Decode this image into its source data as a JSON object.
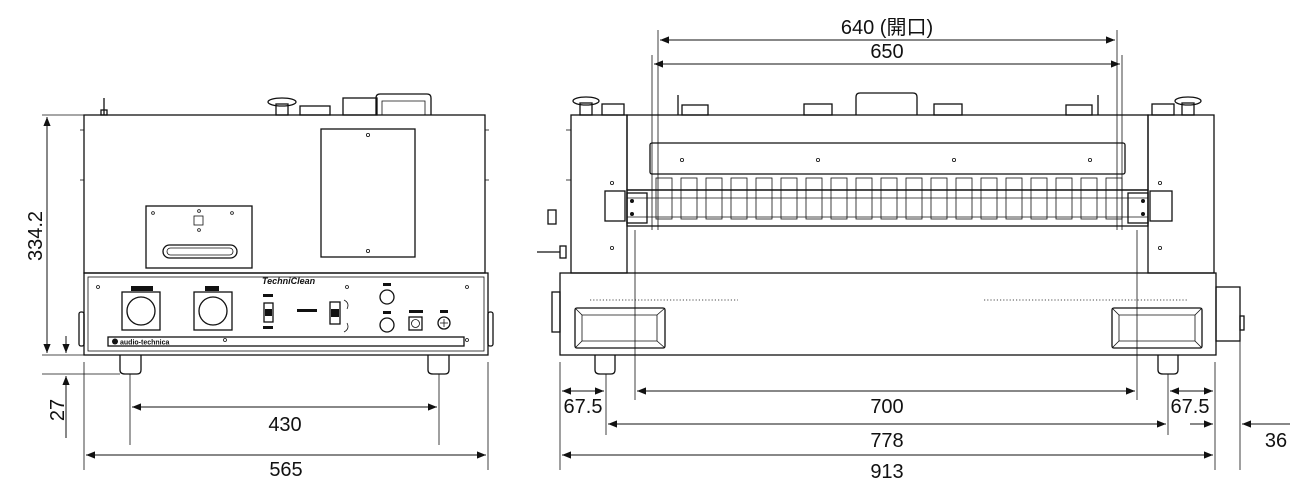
{
  "front_view": {
    "brand_label": "TechniClean",
    "maker_label": "audio-technica",
    "dims": {
      "height": "334.2",
      "foot_height": "27",
      "foot_span": "430",
      "total_width": "565"
    }
  },
  "side_view": {
    "dims": {
      "opening": "640 (開口)",
      "roller_width": "650",
      "foot_span": "700",
      "left_overhang": "67.5",
      "right_overhang": "67.5",
      "outer_foot_span": "778",
      "total_width": "913",
      "side_protrusion": "36"
    }
  }
}
